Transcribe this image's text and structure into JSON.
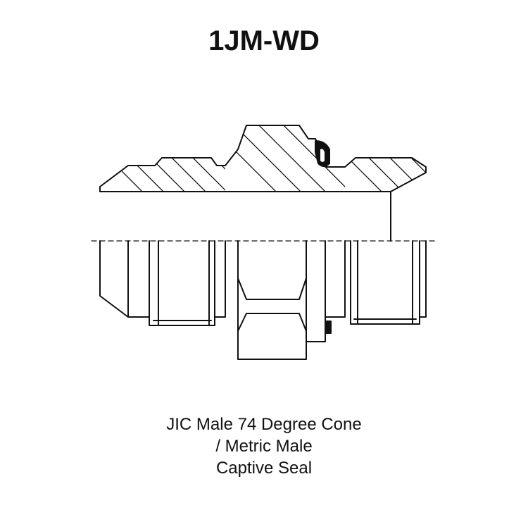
{
  "title": "1JM-WD",
  "caption": {
    "line1": "JIC Male 74 Degree Cone",
    "line2": "/ Metric Male",
    "line3": "Captive Seal"
  },
  "colors": {
    "line": "#111111",
    "background": "#ffffff"
  }
}
